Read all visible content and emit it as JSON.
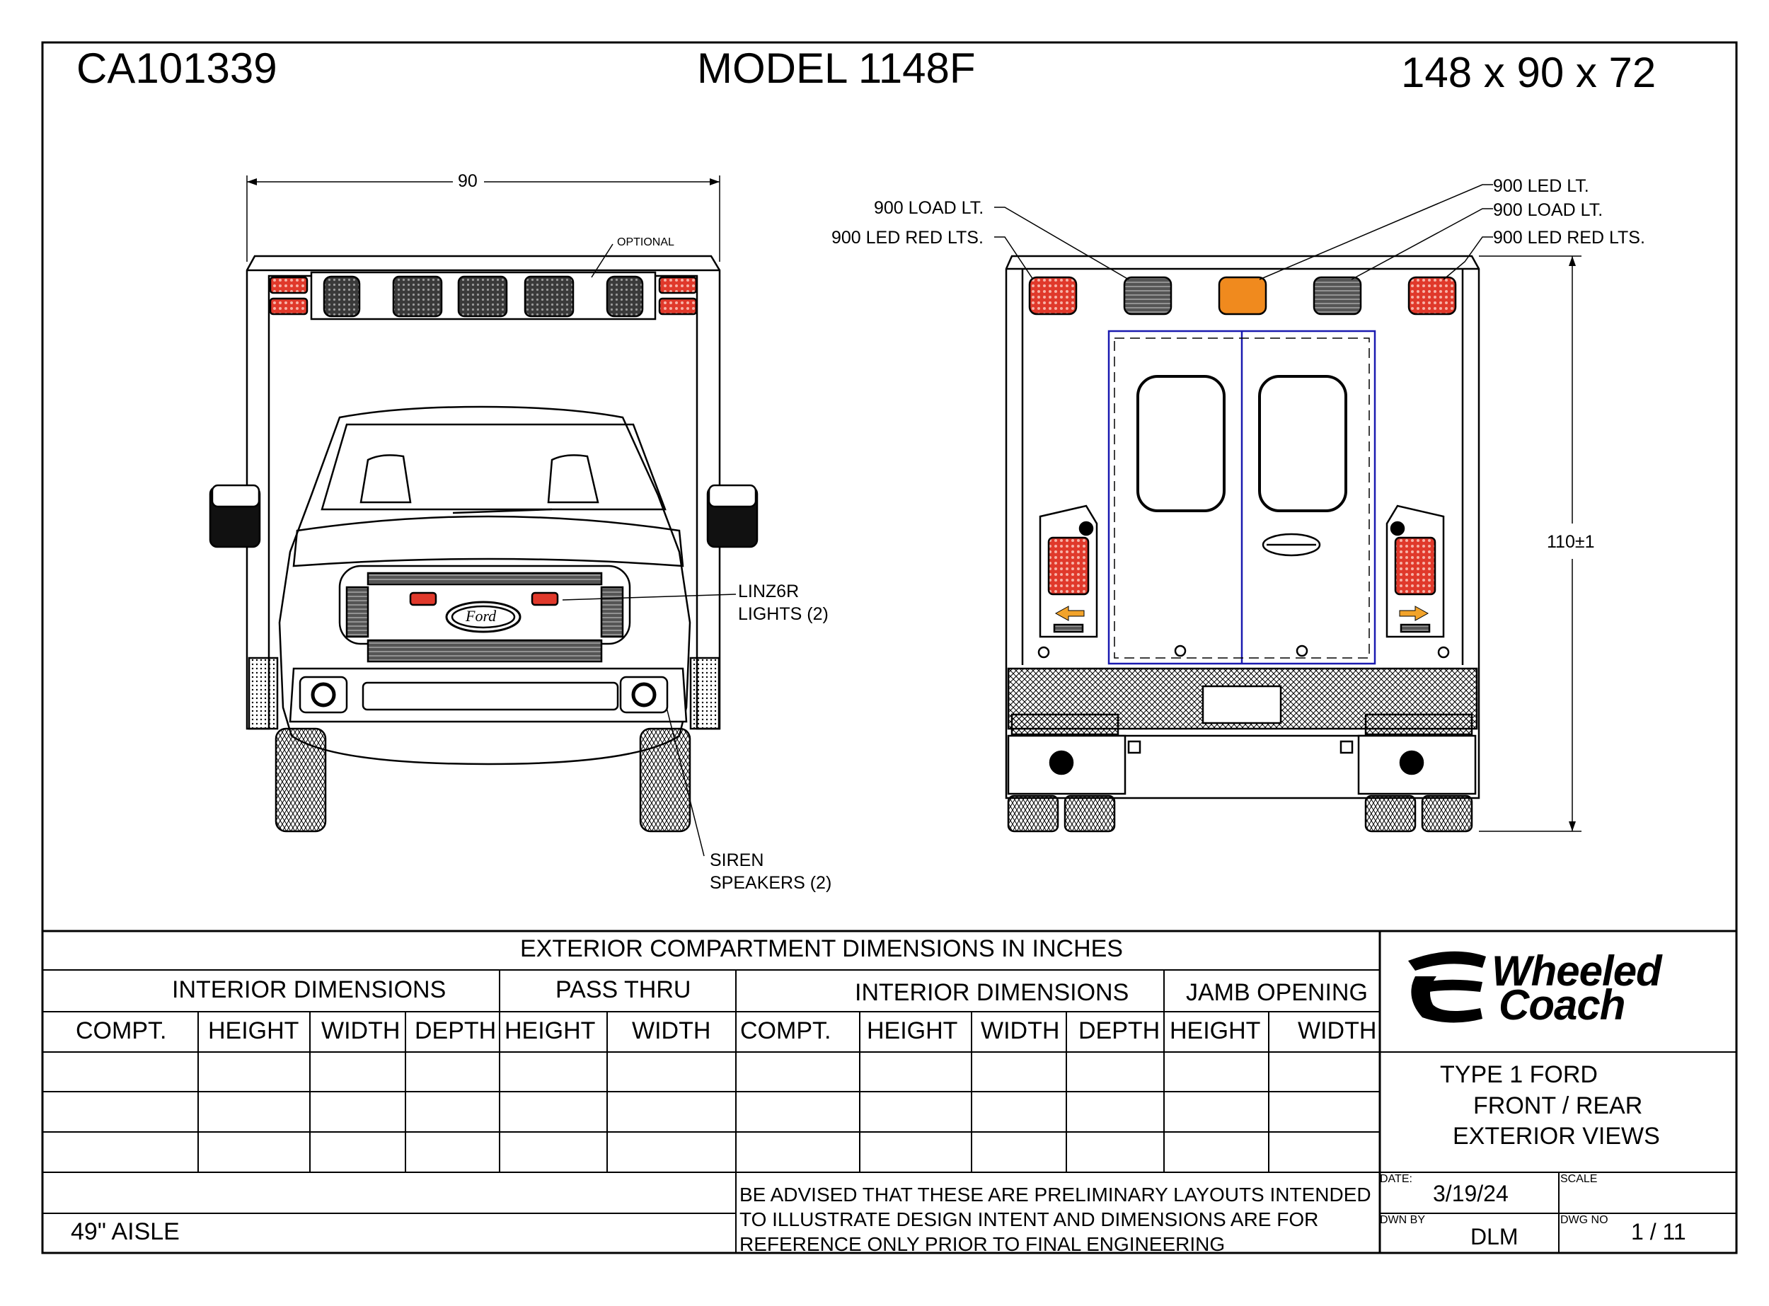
{
  "header": {
    "job_number": "CA101339",
    "model": "MODEL 1148F",
    "dimensions": "148 x 90 x 72"
  },
  "front_view": {
    "width_dim": "90",
    "optional_label": "OPTIONAL",
    "linz_label_1": "LINZ6R",
    "linz_label_2": "LIGHTS (2)",
    "siren_label_1": "SIREN",
    "siren_label_2": "SPEAKERS (2)",
    "grille_badge": "Ford"
  },
  "rear_view": {
    "callouts_left": [
      "900 LOAD LT.",
      "900 LED RED LTS."
    ],
    "callouts_right": [
      "900 LED LT.",
      "900 LOAD LT.",
      "900 LED RED LTS."
    ],
    "height_dim": "110±1"
  },
  "table": {
    "title": "EXTERIOR COMPARTMENT DIMENSIONS IN INCHES",
    "groups": [
      "INTERIOR DIMENSIONS",
      "PASS THRU",
      "INTERIOR DIMENSIONS",
      "JAMB OPENING"
    ],
    "columns": [
      "COMPT.",
      "HEIGHT",
      "WIDTH",
      "DEPTH",
      "HEIGHT",
      "WIDTH",
      "COMPT.",
      "HEIGHT",
      "WIDTH",
      "DEPTH",
      "HEIGHT",
      "WIDTH"
    ],
    "aisle": "49\" AISLE",
    "disclaimer": [
      "BE ADVISED THAT THESE ARE PRELIMINARY LAYOUTS INTENDED",
      "TO ILLUSTRATE DESIGN INTENT AND DIMENSIONS  ARE FOR",
      "REFERENCE ONLY PRIOR TO FINAL ENGINEERING"
    ]
  },
  "title_block": {
    "logo_line1": "Wheeled",
    "logo_line2": "Coach",
    "desc_line1": "TYPE 1 FORD",
    "desc_line2": "FRONT / REAR",
    "desc_line3": "EXTERIOR VIEWS",
    "date_label": "DATE:",
    "date": "3/19/24",
    "scale_label": "SCALE",
    "drawn_by_label": "DWN BY",
    "drawn_by": "DLM",
    "dwg_no_label": "DWG NO",
    "dwg_no": "1 / 11"
  },
  "colors": {
    "red_light": "#e0392b",
    "amber_light": "#f08a1e",
    "door_outline": "#1a1ab0",
    "arrow_amber": "#f2a32a"
  }
}
